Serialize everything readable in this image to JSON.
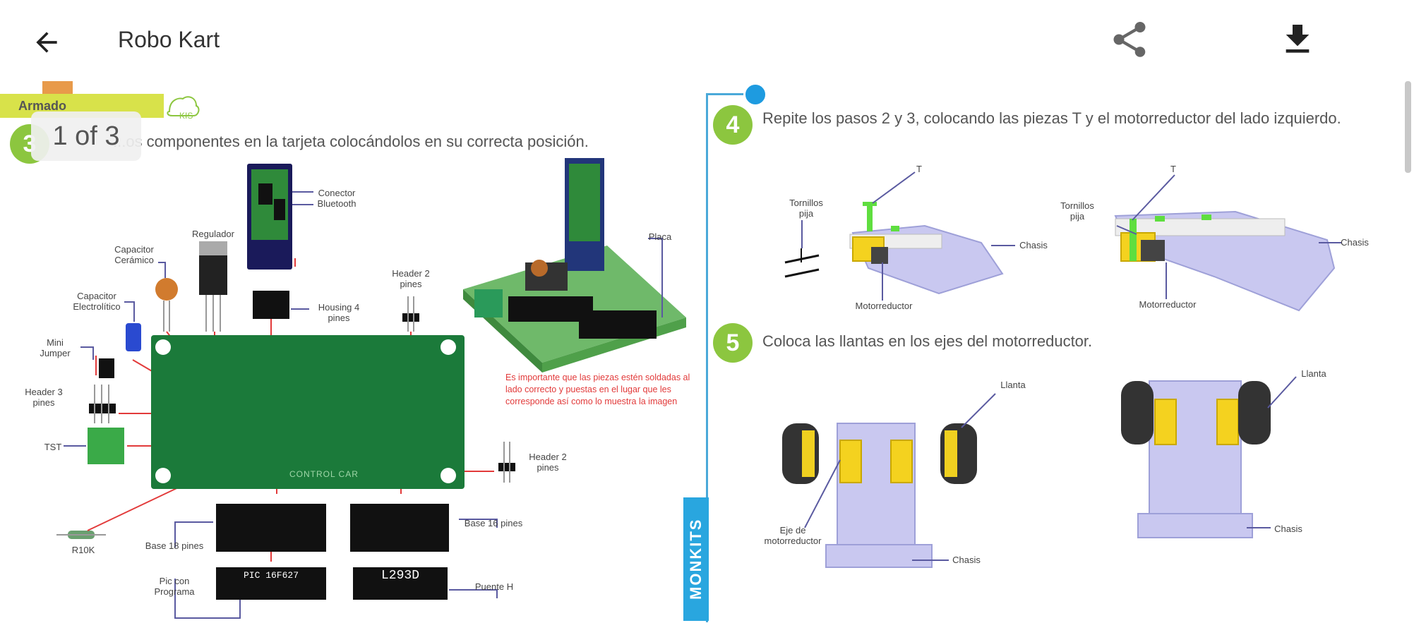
{
  "appbar": {
    "title": "Robo Kart",
    "back_icon": "arrow-left-icon",
    "share_icon": "share-icon",
    "download_icon": "download-icon"
  },
  "section": {
    "label": "Armado"
  },
  "page_indicator": "1 of 3",
  "steps": [
    {
      "number": "3",
      "text": "...os componentes en la tarjeta colocándolos en su correcta posición."
    },
    {
      "number": "4",
      "text": "Repite los pasos 2 y 3, colocando las piezas T y el motorreductor del lado izquierdo."
    },
    {
      "number": "5",
      "text": "Coloca las llantas en los ejes del motorreductor."
    }
  ],
  "pcb_labels": {
    "conector_bluetooth": "Conector Bluetooth",
    "regulador": "Regulador",
    "capacitor_ceramico": "Capacitor Cerámico",
    "capacitor_electrolitico": "Capacitor Electrolítico",
    "mini_jumper": "Mini Jumper",
    "header3": "Header 3 pines",
    "tst": "TST",
    "housing4": "Housing 4 pines",
    "header2_top": "Header 2 pines",
    "placa": "Placa",
    "header2_right": "Header 2 pines",
    "base18_left": "Base 18 pines",
    "base16_right": "Base 16 pines",
    "pic": "Pic con Programa",
    "puente_h": "Puente H",
    "r10k": "R10K",
    "control_label": "CONTROL CAR",
    "chip_pic": "PIC 16F627",
    "chip_l293": "L293D"
  },
  "warning": "Es importante que las piezas estén soldadas al lado correcto y puestas en el lugar que les corresponde así como lo muestra la imagen",
  "step4_labels": {
    "t1": "T",
    "tornillos1": "Tornillos pija",
    "chasis1": "Chasis",
    "motorreductor1": "Motorreductor",
    "t2": "T",
    "tornillos2": "Tornillos pija",
    "chasis2": "Chasis",
    "motorreductor2": "Motorreductor"
  },
  "step5_labels": {
    "llanta1": "Llanta",
    "eje": "Eje de motorreductor",
    "chasis1": "Chasis",
    "llanta2": "Llanta",
    "chasis2": "Chasis"
  },
  "brand": "MONKITS",
  "colors": {
    "accent_green": "#8cc63f",
    "accent_blue": "#1e9be0",
    "pcb_green": "#1b7a3a",
    "warning_red": "#e23a3a",
    "section_yellow": "#d8e24a"
  }
}
